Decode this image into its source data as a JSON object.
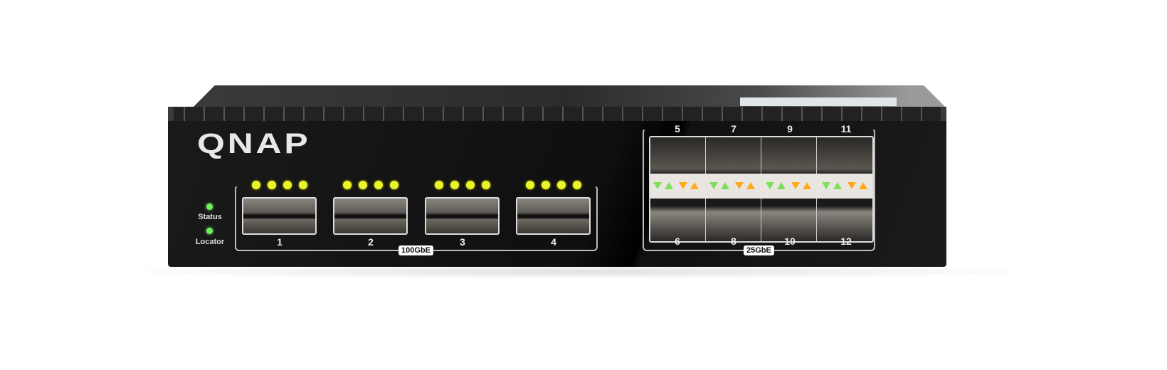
{
  "brand": {
    "logo_text": "QNAP"
  },
  "indicators": [
    {
      "label": "Status",
      "color": "#6cf25a"
    },
    {
      "label": "Locator",
      "color": "#6cf25a"
    }
  ],
  "group_100g": {
    "label": "100GbE",
    "ports": [
      "1",
      "2",
      "3",
      "4"
    ],
    "led_color": "#e8f52a"
  },
  "group_25g": {
    "label": "25GbE",
    "top_ports": [
      "5",
      "7",
      "9",
      "11"
    ],
    "bottom_ports": [
      "6",
      "8",
      "10",
      "12"
    ],
    "led_colors": {
      "green": "#7ee05a",
      "orange": "#ffa91a"
    }
  }
}
